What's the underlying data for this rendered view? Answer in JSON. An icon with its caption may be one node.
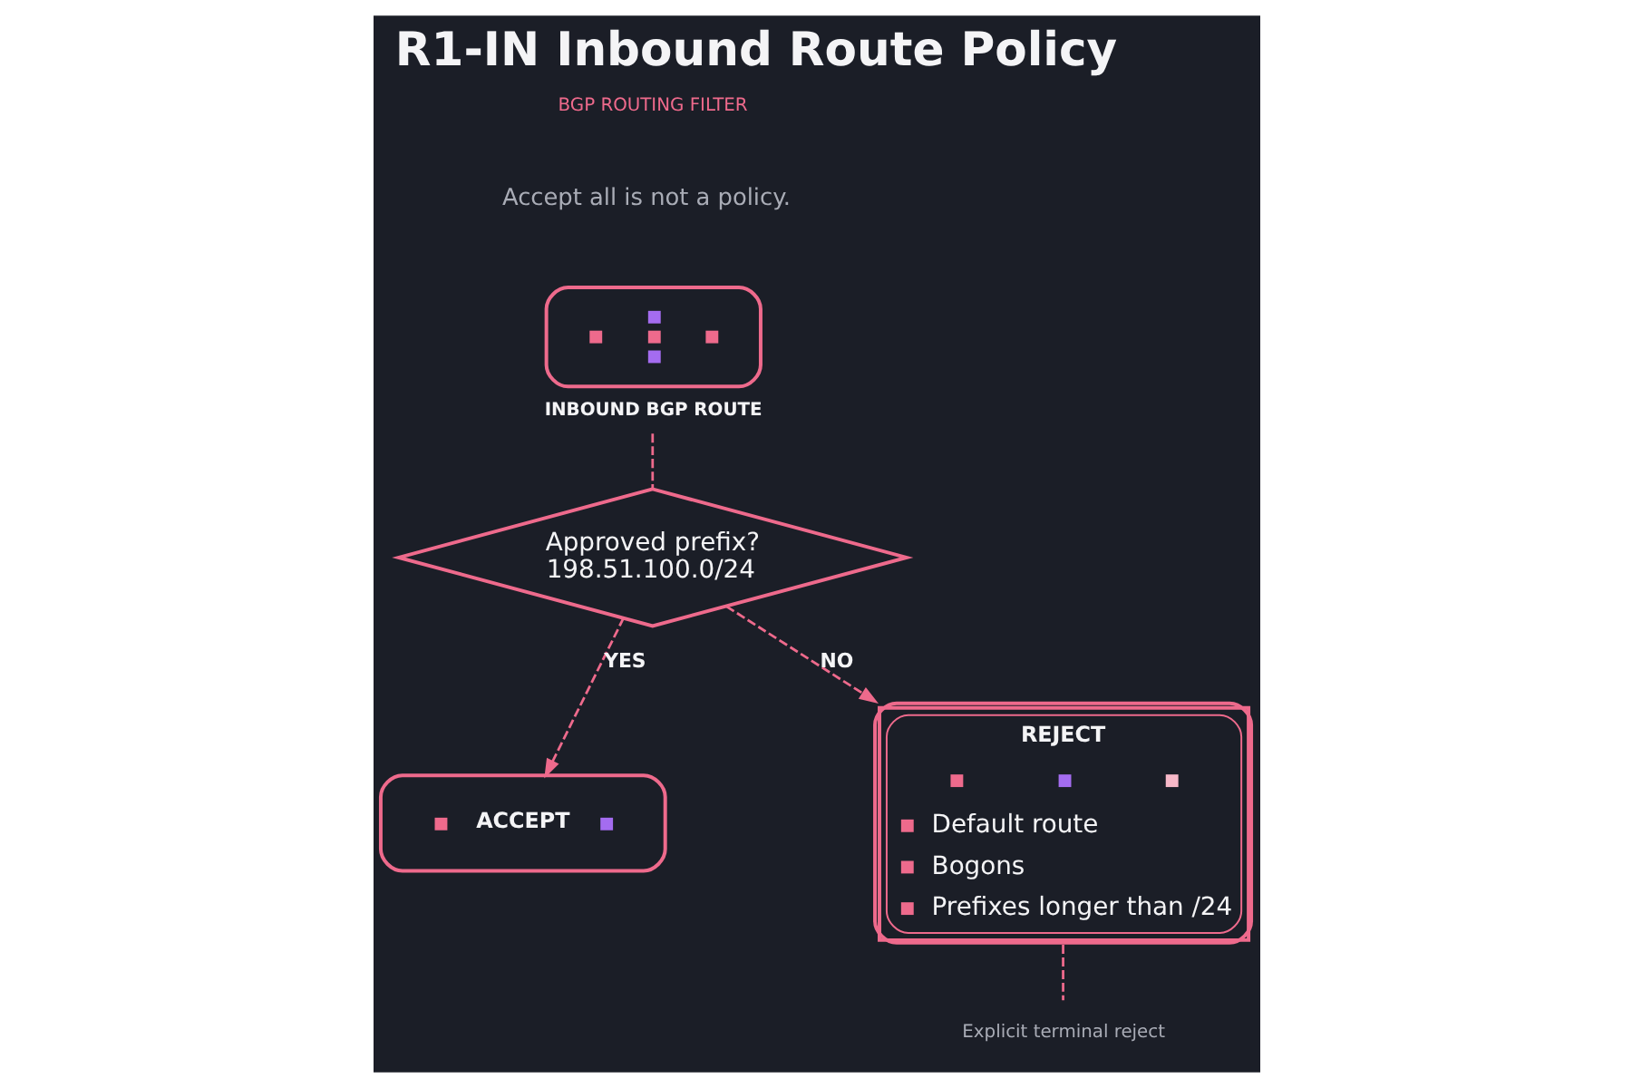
{
  "diagram": {
    "title": "R1-IN Inbound Route Policy",
    "nodes": [
      {
        "text": [
          "INBOUND BGP ROUTE"
        ]
      },
      {
        "text": [
          "Approved prefix?",
          "198.51.100.0/24"
        ]
      },
      {
        "text": [
          "ACCEPT"
        ]
      },
      {
        "text": [
          "REJECT",
          "Default route",
          "Bogons",
          "Prefixes longer than /24"
        ]
      },
      {
        "text": [
          "Explicit terminal reject"
        ]
      }
    ],
    "edges": [
      {
        "from": 0,
        "to": 1,
        "arrow": "none",
        "style": "dashed"
      },
      {
        "from": 1,
        "to": 2,
        "arrow": "to",
        "label": "YES",
        "style": "dashed"
      },
      {
        "from": 1,
        "to": 3,
        "arrow": "to",
        "label": "NO",
        "style": "dashed"
      },
      {
        "from": 3,
        "to": 4,
        "arrow": "none",
        "style": "dashed"
      }
    ],
    "labels": [
      "BGP ROUTING FILTER",
      "Accept all is not a policy."
    ]
  }
}
